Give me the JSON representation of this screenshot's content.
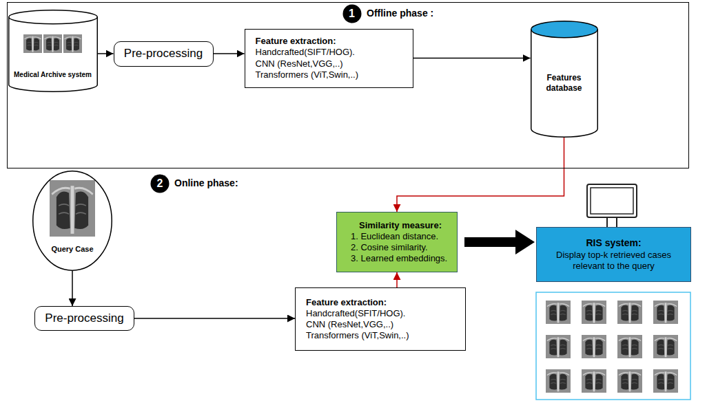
{
  "diagram": {
    "nodes": [
      {
        "text": [
          "Offline phase :"
        ]
      },
      {
        "text": [
          "1"
        ],
        "in": 0
      },
      {
        "text": [
          "Medical Archive system"
        ],
        "in": 0
      },
      {
        "text": [
          "Pre-processing"
        ],
        "in": 0
      },
      {
        "text": [
          "Feature extraction:",
          "Handcrafted(SIFT/HOG).",
          "CNN (ResNet,VGG,..)",
          "Transformers (ViT,Swin,..)"
        ],
        "in": 0
      },
      {
        "text": [
          "Features database"
        ],
        "in": 0
      },
      {
        "text": [
          "2"
        ]
      },
      {
        "text": [
          "Query Case"
        ]
      },
      {
        "text": [
          "Pre-processing"
        ]
      },
      {
        "text": [
          "Feature extraction:",
          "Handcrafted(SFIT/HOG).",
          "CNN (ResNet,VGG,..)",
          "Transformers (ViT,Swin,..)"
        ]
      },
      {
        "text": [
          "Similarity measure:",
          "1. Euclidean distance.",
          "2. Cosine similarity.",
          "3. Learned embeddings."
        ]
      },
      {
        "text": [
          "RIS system:",
          "Display top-k retrieved cases relevant to the query"
        ]
      }
    ],
    "edges": [
      {
        "from": 2,
        "to": 3,
        "arrow": "to"
      },
      {
        "from": 3,
        "to": 4,
        "arrow": "to"
      },
      {
        "from": 4,
        "to": 5,
        "arrow": "to"
      },
      {
        "from": 5,
        "to": 10,
        "arrow": "to"
      },
      {
        "from": 7,
        "to": 8,
        "arrow": "to"
      },
      {
        "from": 8,
        "to": 9,
        "arrow": "to"
      },
      {
        "from": 9,
        "to": 10,
        "arrow": "to"
      },
      {
        "from": 10,
        "to": 11,
        "arrow": "to"
      }
    ],
    "labels": [
      "Online phase:"
    ]
  }
}
